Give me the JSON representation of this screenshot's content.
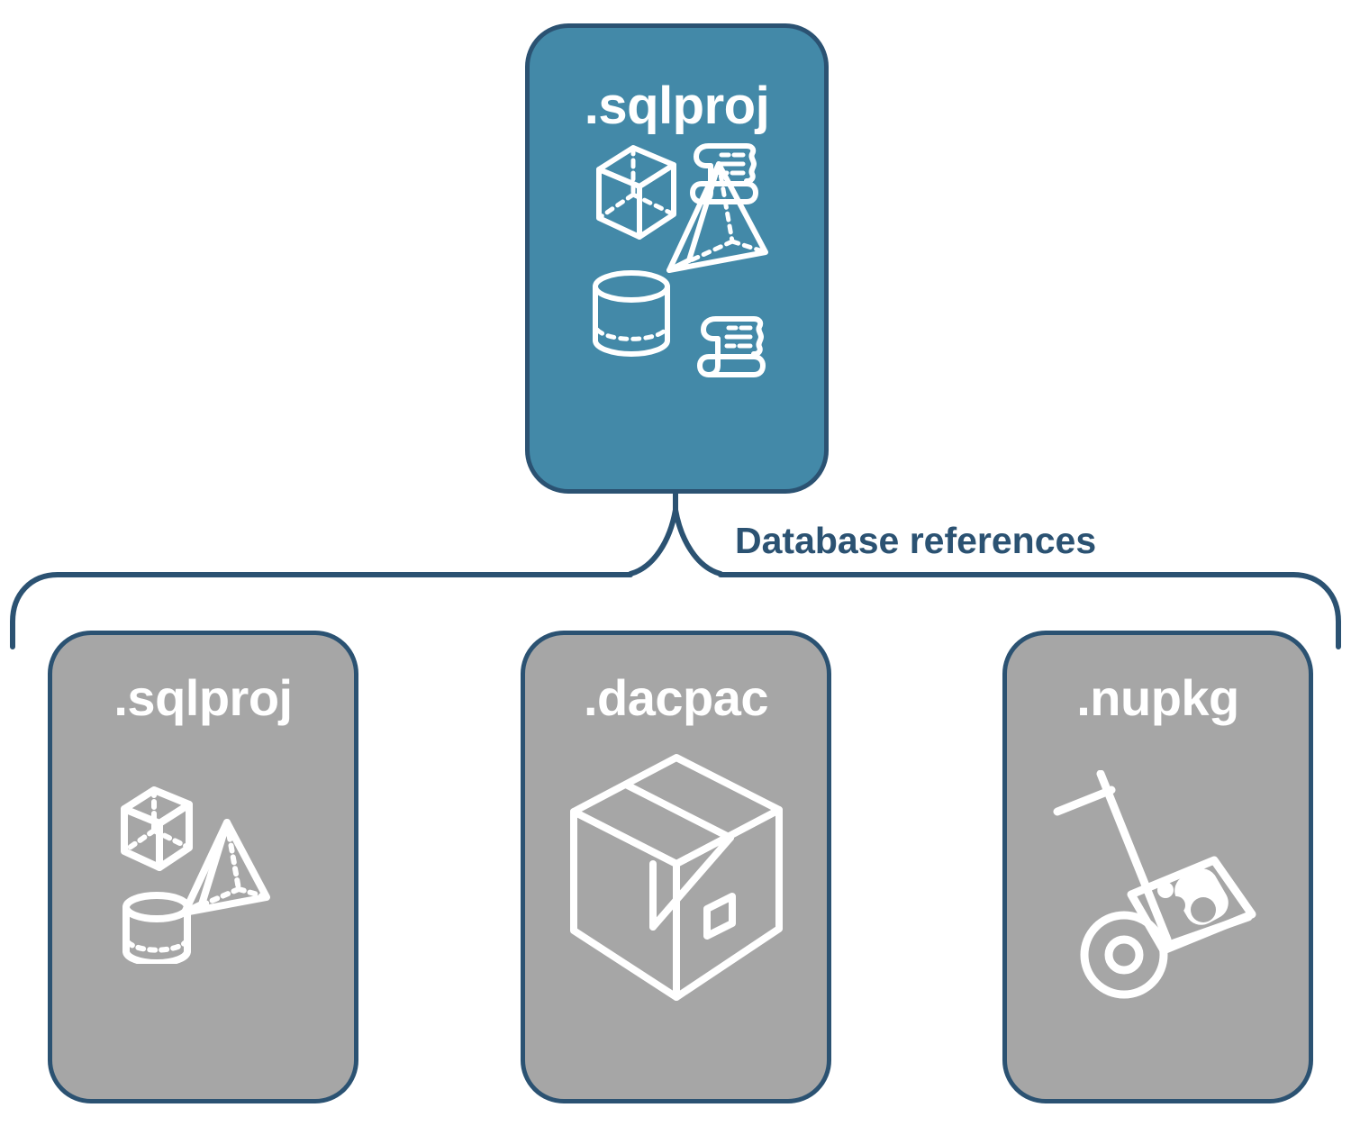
{
  "diagram": {
    "title_text": "Database references",
    "colors": {
      "card_primary_fill": "#4389A8",
      "card_secondary_fill": "#A6A6A6",
      "border": "#2B5272",
      "label_text": "#2B5272",
      "icon_stroke": "#FFFFFF",
      "background": "#FFFFFF"
    },
    "root": {
      "label": ".sqlproj",
      "fill": "#4389A8",
      "icons": [
        "cube-icon",
        "pyramid-icon",
        "cylinder-icon",
        "scroll-icon",
        "scroll-icon"
      ]
    },
    "connector": {
      "label": "Database references",
      "type": "brace"
    },
    "references": [
      {
        "label": ".sqlproj",
        "fill": "#A6A6A6",
        "icons": [
          "cube-icon",
          "pyramid-icon",
          "cylinder-icon"
        ]
      },
      {
        "label": ".dacpac",
        "fill": "#A6A6A6",
        "icons": [
          "package-box-icon"
        ]
      },
      {
        "label": ".nupkg",
        "fill": "#A6A6A6",
        "icons": [
          "hand-truck-icon",
          "nuget-package-icon"
        ]
      }
    ]
  }
}
